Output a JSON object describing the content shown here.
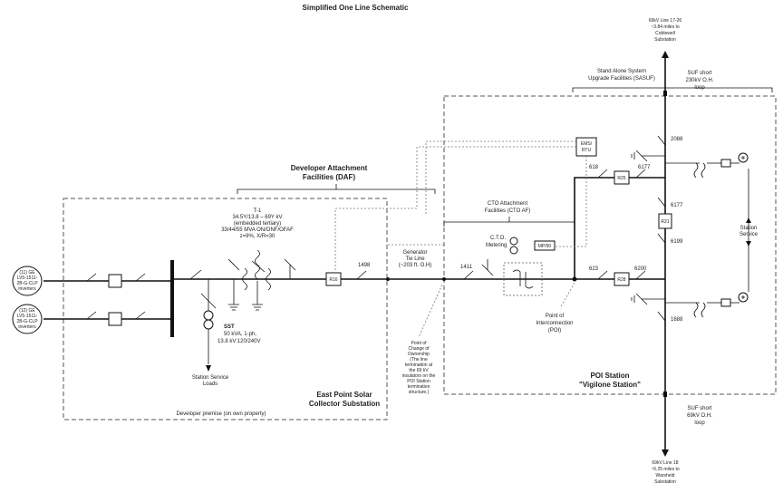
{
  "title": "Simplified One Line Schematic",
  "top_line": [
    "69kV Line 17-26",
    "~3.84 miles to",
    "Coblewell",
    "Substation"
  ],
  "bottom_line": [
    "69kV Line 18",
    "~5.25 miles to",
    "Warsheld",
    "Substation"
  ],
  "suf_top": [
    "SUF short",
    "230kV O.H.",
    "loop"
  ],
  "suf_bottom": [
    "SUF short",
    "69kV O.H.",
    "loop"
  ],
  "sasuf": [
    "Stand Alone System",
    "Upgrade Facilities (SASUF)"
  ],
  "daf": [
    "Developer Attachment",
    "Facilities (DAF)"
  ],
  "cto_af": [
    "CTO Attachment",
    "Facilities (CTO AF)"
  ],
  "transformer": [
    "T-1",
    "34.5Y/13.8 – 69Y kV",
    "(embedded tertiary)",
    "33/44/55 MVA ON/ONF/OFAF",
    "z=9%, X/R=30"
  ],
  "gen_tie": [
    "Generator",
    "Tie Line",
    "(~203 ft. O.H)"
  ],
  "cto_metering": [
    "C.T.O.",
    "Metering"
  ],
  "poi": [
    "Point of",
    "Interconnection",
    "(POI)"
  ],
  "pcoo": [
    "Point of",
    "Change of",
    "Ownership",
    "(The line",
    "termination at",
    "the 69 kV",
    "insulators on the",
    "POI Station",
    "termination",
    "structure.)"
  ],
  "sst": [
    "SST",
    "50 kVA, 1-ph,",
    "13.8 kV:120/240V"
  ],
  "station_service_loads": [
    "Station Service",
    "Loads"
  ],
  "station_service": [
    "Station",
    "Service"
  ],
  "poi_station": [
    "POI Station",
    "\"Vigilone Station\""
  ],
  "collector": [
    "East Point Solar",
    "Collector Substation"
  ],
  "premise": "Developer premise (on own property)",
  "inverters": [
    [
      "(11) GE",
      "LV5-1511-",
      "2B-G-CLP",
      "inverters"
    ],
    [
      "(12) GE",
      "LV5-1511-",
      "2B-G-CLP",
      "inverters"
    ]
  ],
  "equipment": {
    "rtu": [
      "EMS/",
      "RTU"
    ],
    "mprb": "MP/90",
    "r16": "R16",
    "r25": "R25",
    "r28": "R28",
    "r21": "R21"
  },
  "switch_labels": {
    "s1498": "1498",
    "s1411": "1411",
    "s2088": "2088",
    "s618": "618",
    "s6177a": "6177",
    "s6177b": "6177",
    "s6199": "6199",
    "s623": "623",
    "s6200": "6200",
    "s1688": "1688"
  }
}
